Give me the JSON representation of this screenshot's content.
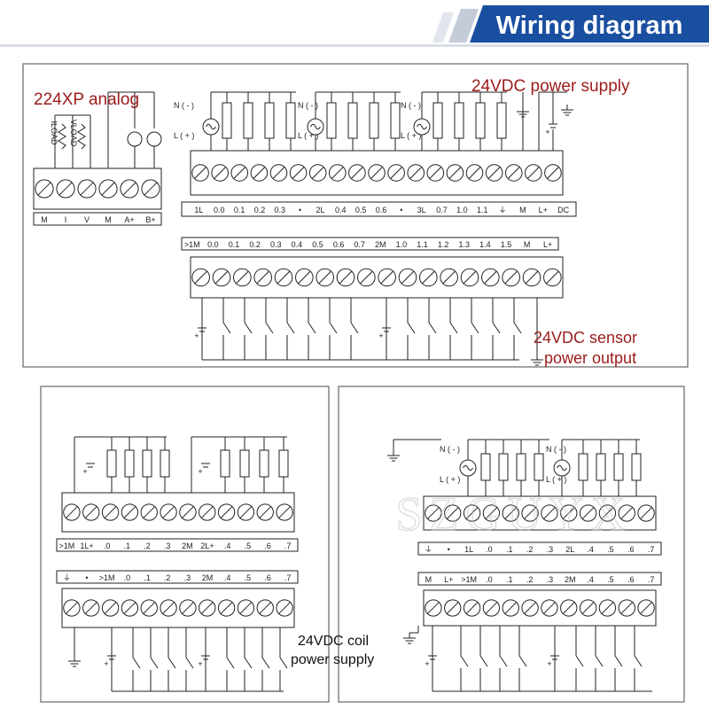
{
  "header": {
    "title": "Wiring diagram",
    "colors": {
      "banner": "#1a4fa0",
      "banner_light": "#d8dde6",
      "annotation": "#9b1b1b",
      "line": "#222222"
    }
  },
  "annotations": {
    "analog_module": "224XP analog",
    "power_supply": "24VDC power supply",
    "sensor_output_line1": "24VDC sensor",
    "sensor_output_line2": "power output",
    "coil_supply_line1": "24VDC coil",
    "coil_supply_line2": "power supply"
  },
  "watermark": "SZGUYX",
  "ac_labels": {
    "neutral": "N ( - )",
    "line": "L ( + )"
  },
  "panel_top": {
    "analog_channels": [
      "ILOAD",
      "VLOAD"
    ],
    "analog_terminals": [
      "M",
      "I",
      "V",
      "M",
      "A+",
      "B+"
    ],
    "output_terminals": [
      "1L",
      "0.0",
      "0.1",
      "0.2",
      "0.3",
      "•",
      "2L",
      "0.4",
      "0.5",
      "0.6",
      "•",
      "3L",
      "0.7",
      "1.0",
      "1.1",
      "⏚",
      "M",
      "L+",
      "DC"
    ],
    "input_terminals": [
      ">1M",
      "0.0",
      "0.1",
      "0.2",
      "0.3",
      "0.4",
      "0.5",
      "0.6",
      "0.7",
      "2M",
      "1.0",
      "1.1",
      "1.2",
      "1.3",
      "1.4",
      "1.5",
      "M",
      "L+"
    ]
  },
  "panel_left": {
    "output_terminals": [
      ">1M",
      "1L+",
      ".0",
      ".1",
      ".2",
      ".3",
      "2M",
      "2L+",
      ".4",
      ".5",
      ".6",
      ".7"
    ],
    "input_terminals": [
      "⏚",
      "•",
      ">1M",
      ".0",
      ".1",
      ".2",
      ".3",
      "2M",
      ".4",
      ".5",
      ".6",
      ".7"
    ]
  },
  "panel_right": {
    "output_terminals": [
      "⏚",
      "•",
      "1L",
      ".0",
      ".1",
      ".2",
      ".3",
      "2L",
      ".4",
      ".5",
      ".6",
      ".7"
    ],
    "input_terminals": [
      "M",
      "L+",
      ">1M",
      ".0",
      ".1",
      ".2",
      ".3",
      "2M",
      ".4",
      ".5",
      ".6",
      ".7"
    ]
  }
}
